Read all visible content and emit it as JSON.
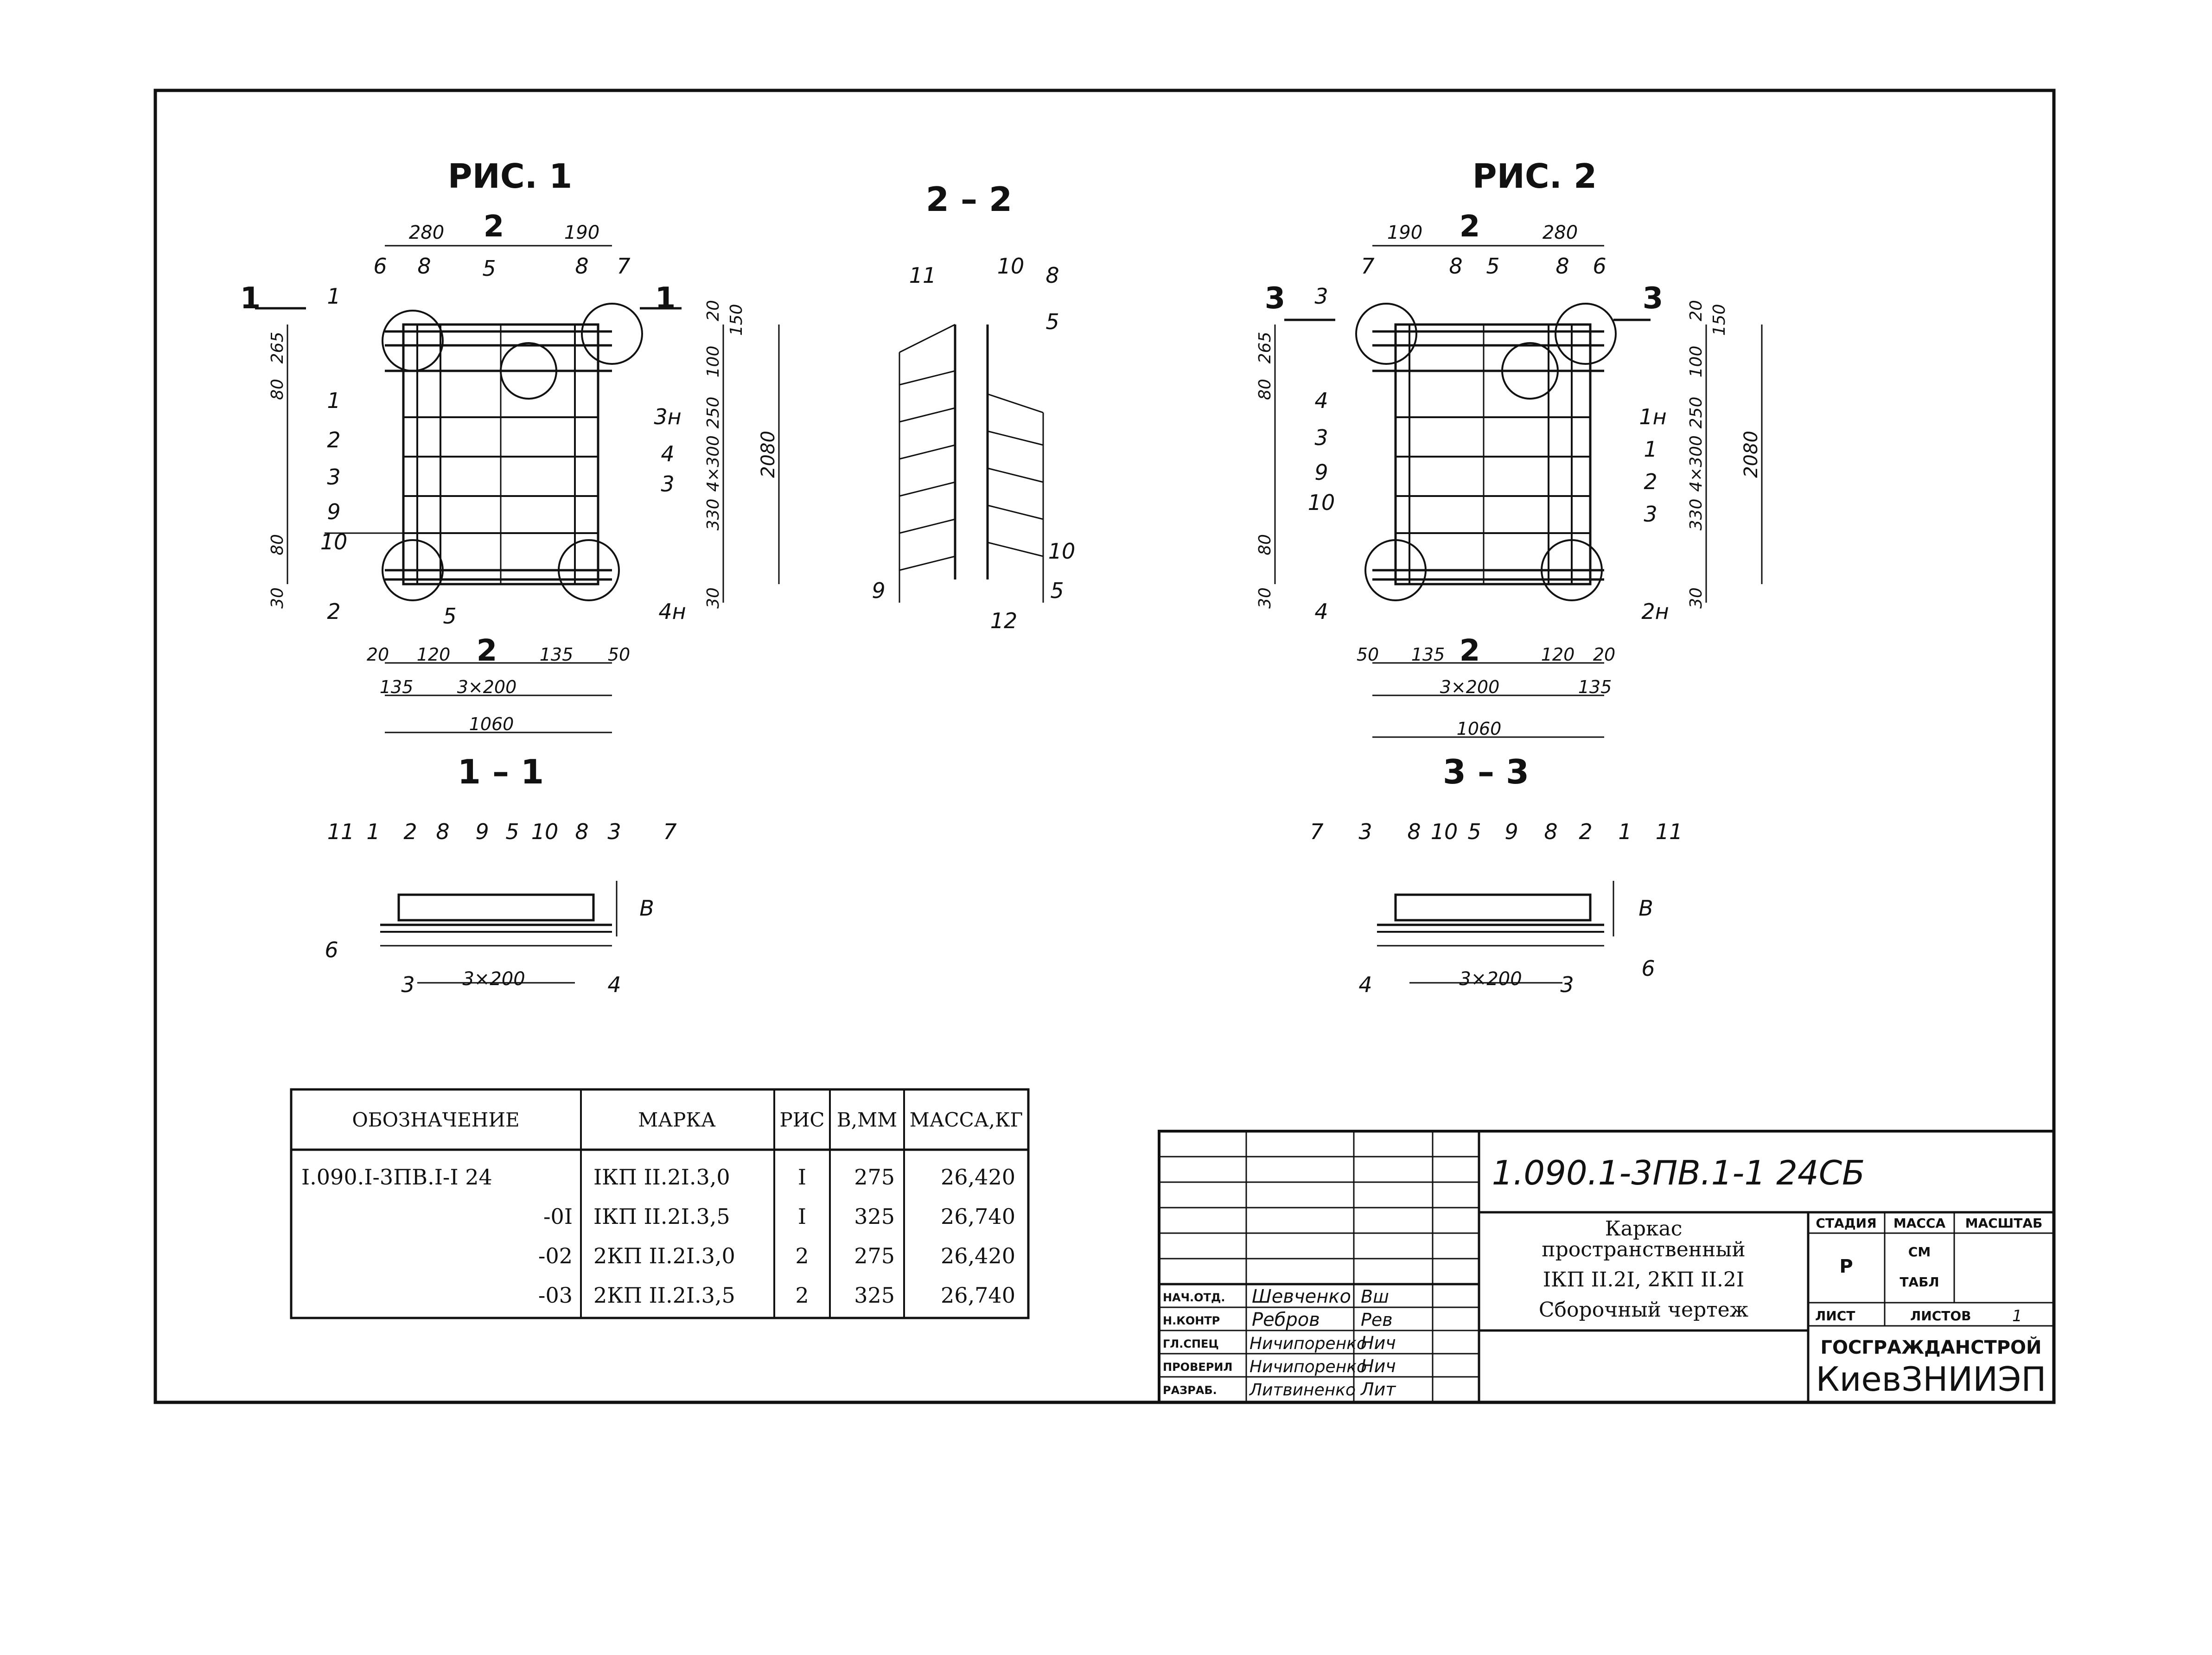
{
  "figures": {
    "fig1_title": "РИС. 1",
    "fig2_title": "РИС. 2",
    "section_2_2": "2 – 2",
    "section_1_1": "1 – 1",
    "section_3_3": "3 – 3",
    "fig1": {
      "top_dims": [
        "280",
        "190"
      ],
      "top_marks": [
        "6",
        "8",
        "5",
        "8",
        "7"
      ],
      "cut_labels": [
        "1",
        "1",
        "2",
        "2"
      ],
      "left_marks": [
        "1",
        "1",
        "2",
        "3",
        "9",
        "10",
        "2"
      ],
      "right_marks": [
        "3н",
        "4",
        "3",
        "4н",
        "5"
      ],
      "left_dims": [
        "265",
        "80",
        "80",
        "30"
      ],
      "right_dims": [
        "20",
        "150",
        "100",
        "250",
        "4×300",
        "330",
        "30",
        "2080"
      ],
      "bottom_dims": [
        "20",
        "120",
        "135",
        "50",
        "135",
        "3×200",
        "1060"
      ]
    },
    "fig2": {
      "top_dims": [
        "190",
        "280"
      ],
      "top_marks": [
        "7",
        "8",
        "5",
        "8",
        "6"
      ],
      "cut_labels": [
        "3",
        "3",
        "2",
        "2"
      ],
      "left_marks": [
        "3",
        "4",
        "3",
        "9",
        "10",
        "4"
      ],
      "right_marks": [
        "1н",
        "1",
        "2",
        "3",
        "2н"
      ],
      "left_dims": [
        "265",
        "80",
        "80",
        "30"
      ],
      "right_dims": [
        "20",
        "150",
        "100",
        "250",
        "4×300",
        "330",
        "30",
        "2080"
      ],
      "bottom_dims": [
        "50",
        "135",
        "120",
        "20",
        "3×200",
        "135",
        "1060"
      ]
    },
    "sec22_marks": [
      "11",
      "10",
      "8",
      "5",
      "9",
      "10",
      "5",
      "12"
    ],
    "sec11_marks": [
      "11",
      "1",
      "2",
      "8",
      "9",
      "5",
      "10",
      "8",
      "3",
      "7",
      "6",
      "3",
      "4",
      "B"
    ],
    "sec11_dim": "3×200",
    "sec33_marks": [
      "7",
      "3",
      "8",
      "10",
      "5",
      "9",
      "8",
      "2",
      "1",
      "11",
      "4",
      "3",
      "6",
      "B"
    ],
    "sec33_dim": "3×200"
  },
  "spec_table": {
    "headers": [
      "ОБОЗНАЧЕНИЕ",
      "МАРКА",
      "РИС",
      "В,ММ",
      "МАССА,КГ"
    ],
    "rows": [
      [
        "I.090.I-3ПВ.I-I 24",
        "IКП II.2I.3,0",
        "I",
        "275",
        "26,420"
      ],
      [
        "-0I",
        "IКП II.2I.3,5",
        "I",
        "325",
        "26,740"
      ],
      [
        "-02",
        "2КП II.2I.3,0",
        "2",
        "275",
        "26,420"
      ],
      [
        "-03",
        "2КП II.2I.3,5",
        "2",
        "325",
        "26,740"
      ]
    ]
  },
  "title_block": {
    "doc_code": "1.090.1-3ПВ.1-1   24СБ",
    "title_line1": "Каркас",
    "title_line2": "пространственный",
    "title_line3": "IКП II.2I, 2КП II.2I",
    "title_line4": "Сборочный чертеж",
    "stage_label": "СТАДИЯ",
    "mass_label": "МАССА",
    "scale_label": "МАСШТАБ",
    "stage_value": "Р",
    "mass_value_1": "СМ",
    "mass_value_2": "ТАБЛ",
    "sheet_label": "ЛИСТ",
    "sheets_label": "ЛИСТОВ",
    "sheets_value": "1",
    "org_line1": "ГОСГРАЖДАНСТРОЙ",
    "org_line2": "КиевЗНИИЭП",
    "signatures": [
      {
        "role": "НАЧ.ОТД.",
        "name": "Шевченко",
        "sign": "Вш"
      },
      {
        "role": "Н.КОНТР",
        "name": "Ребров",
        "sign": "Рев"
      },
      {
        "role": "ГЛ.СПЕЦ",
        "name": "Ничипоренко",
        "sign": "Нич"
      },
      {
        "role": "ПРОВЕРИЛ",
        "name": "Ничипоренко",
        "sign": "Нич"
      },
      {
        "role": "РАЗРАБ.",
        "name": "Литвиненко",
        "sign": "Лит"
      }
    ]
  }
}
